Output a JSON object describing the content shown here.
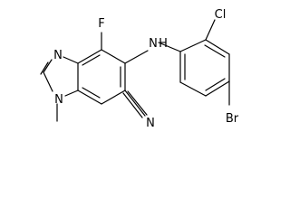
{
  "diagram": {
    "atoms": {
      "fluorine": "F",
      "amine_n": "N",
      "amine_h": "H",
      "chlorine": "Cl",
      "bromine": "Br",
      "imidazole_n_top": "N",
      "imidazole_n_bottom": "N",
      "nitrile_n": "N"
    },
    "colors": {
      "ink": "#000000",
      "background": "#ffffff"
    }
  }
}
